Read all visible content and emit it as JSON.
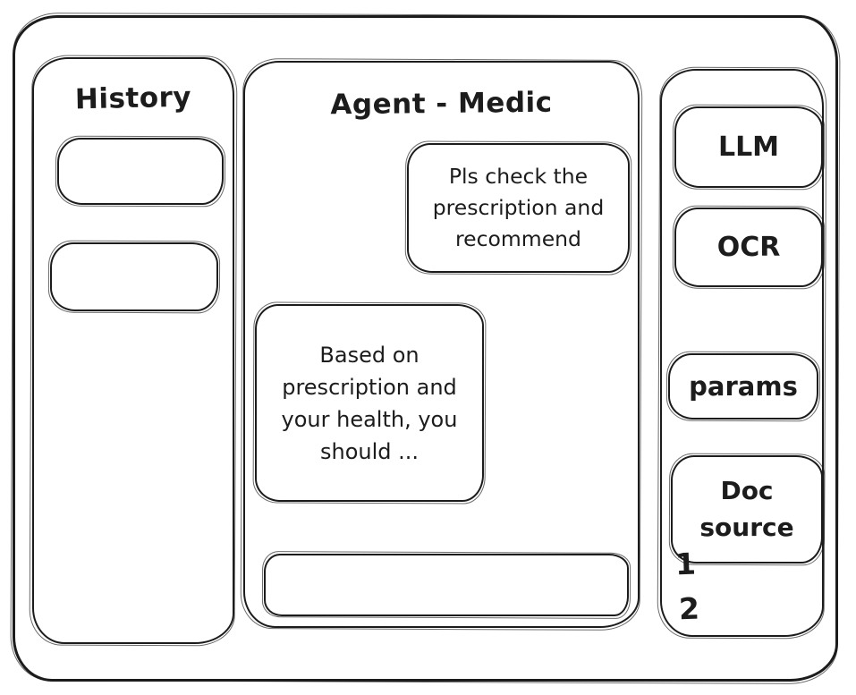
{
  "colors": {
    "ink": "#1c1c1c",
    "background": "#ffffff"
  },
  "sidebar_left": {
    "title": "History",
    "items": [
      "",
      ""
    ]
  },
  "chat": {
    "title": "Agent - Medic",
    "messages": [
      {
        "role": "user",
        "text": "Pls check the prescription and recommend"
      },
      {
        "role": "agent",
        "text": "Based on prescription and your health, you should ..."
      }
    ],
    "input": {
      "value": ""
    }
  },
  "sidebar_right": {
    "buttons": [
      {
        "label": "LLM"
      },
      {
        "label": "OCR"
      },
      {
        "label": "params"
      },
      {
        "label": "Doc source"
      }
    ],
    "doc_list": [
      "1",
      "2"
    ]
  }
}
